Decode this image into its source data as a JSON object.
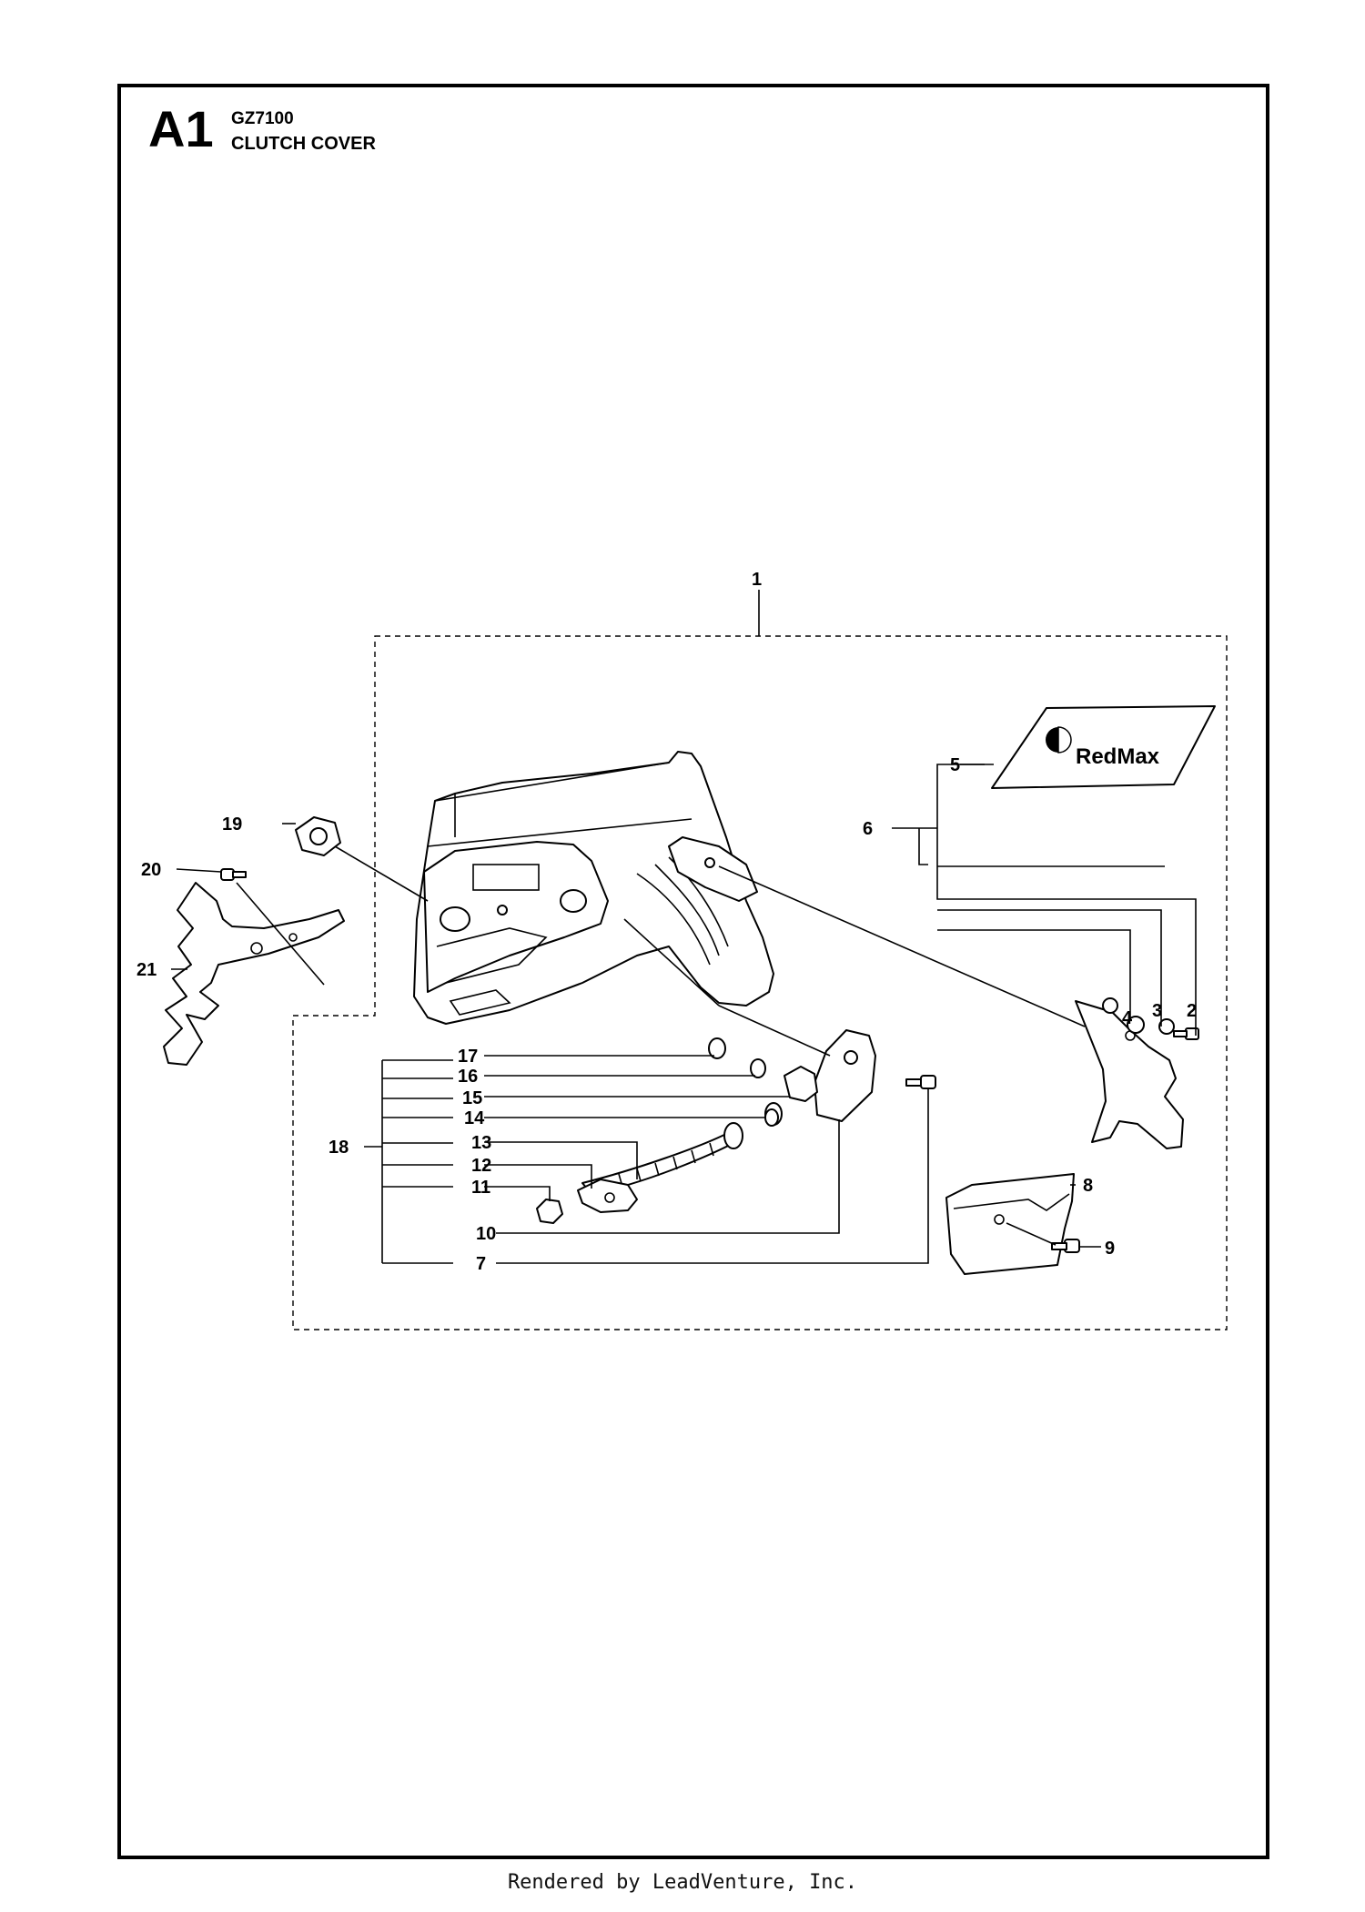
{
  "header": {
    "section_code": "A1",
    "model": "GZ7100",
    "title": "CLUTCH COVER"
  },
  "decal_brand": "RedMax",
  "callouts": {
    "c1": "1",
    "c2": "2",
    "c3": "3",
    "c4": "4",
    "c5": "5",
    "c6": "6",
    "c7": "7",
    "c8": "8",
    "c9": "9",
    "c10": "10",
    "c11": "11",
    "c12": "12",
    "c13": "13",
    "c14": "14",
    "c15": "15",
    "c16": "16",
    "c17": "17",
    "c18": "18",
    "c19": "19",
    "c20": "20",
    "c21": "21"
  },
  "footer": "Rendered by LeadVenture, Inc."
}
